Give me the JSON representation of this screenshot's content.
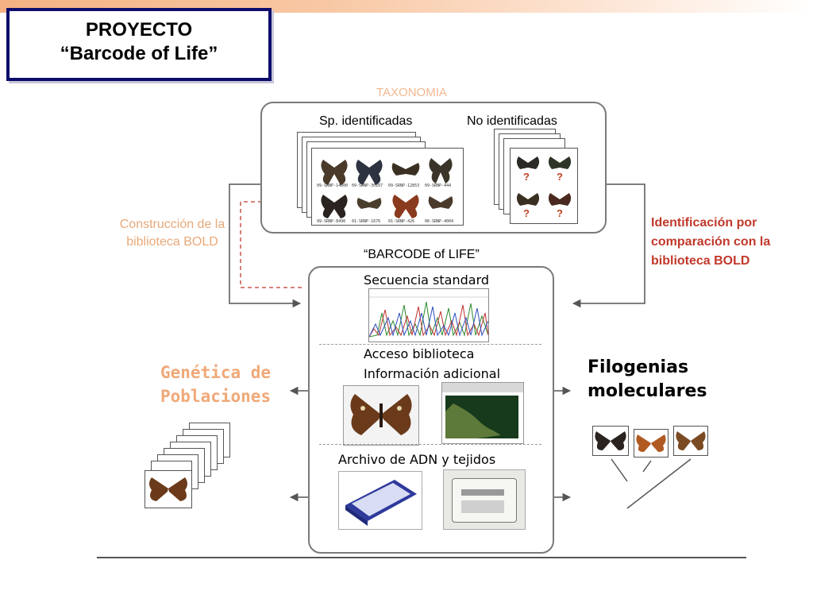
{
  "title": {
    "line1": "PROYECTO",
    "line2": "“Barcode of Life”"
  },
  "taxonomy": {
    "heading": "TAXONOMIA",
    "identified": "Sp. identificadas",
    "unidentified": "No  identificadas",
    "specimen_codes": [
      "09-SRNP-14800",
      "09-SRNP-30107",
      "09-SRNP-12853",
      "09-SRNP-444",
      "99-SRNP-8490",
      "01-SRNP-1676",
      "01-SRNP-426",
      "06-SRNP-4004"
    ],
    "unknown_mark": "?"
  },
  "left_label": {
    "line1": "Construcción de la",
    "line2": "biblioteca BOLD"
  },
  "right_label": {
    "line1": "Identificación por",
    "line2": "comparación con la",
    "line3": "biblioteca BOLD"
  },
  "barcode": {
    "heading": "“BARCODE of LIFE”",
    "sequence": "Secuencia standard",
    "access1": "Acceso biblioteca",
    "access2": "Información adicional",
    "archive": "Archivo de ADN y tejidos"
  },
  "population_genetics": {
    "line1": "Genética de",
    "line2": "Poblaciones"
  },
  "phylogenies": {
    "line1": "Filogenias",
    "line2": "moleculares"
  },
  "colors": {
    "title_border": "#0d0d6b",
    "left_label": "#e8a878",
    "right_label": "#c0392b",
    "population_genetics": "#f0a878",
    "taxonomy_heading": "#f0b890"
  }
}
